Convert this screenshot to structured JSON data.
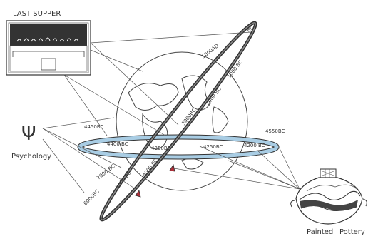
{
  "labels": {
    "last_supper": "LAST SUPPER",
    "psychology_symbol": "Ψ",
    "psychology": "Psychology",
    "painted_pottery_1": "Painted",
    "painted_pottery_2": "Pottery"
  },
  "timeline_outer": [
    {
      "id": "bc",
      "text": "BC"
    },
    {
      "id": "1000ad",
      "text": "1000AD"
    },
    {
      "id": "1000bc",
      "text": "1000 BC"
    },
    {
      "id": "2000bc",
      "text": "2000 BC"
    },
    {
      "id": "3000bc",
      "text": "3000BC"
    },
    {
      "id": "4000bc",
      "text": "4000 BC"
    },
    {
      "id": "5000bc",
      "text": "5000 BC"
    },
    {
      "id": "6000bc",
      "text": "6000BC"
    },
    {
      "id": "7000bc",
      "text": "7000 BC"
    }
  ],
  "timeline_inner": [
    {
      "id": "4450bc",
      "text": "4450BC"
    },
    {
      "id": "4400bc",
      "text": "4400 BC"
    },
    {
      "id": "4350bc",
      "text": "4350BC"
    },
    {
      "id": "4250bc",
      "text": "4250BC"
    },
    {
      "id": "4200bc",
      "text": "4200 BC"
    },
    {
      "id": "4550bc",
      "text": "4550BC"
    }
  ],
  "colors": {
    "ink": "#333333",
    "inner_ring": "#a9cde4",
    "outer_ring": "#555555",
    "marker": "#b0303a"
  }
}
